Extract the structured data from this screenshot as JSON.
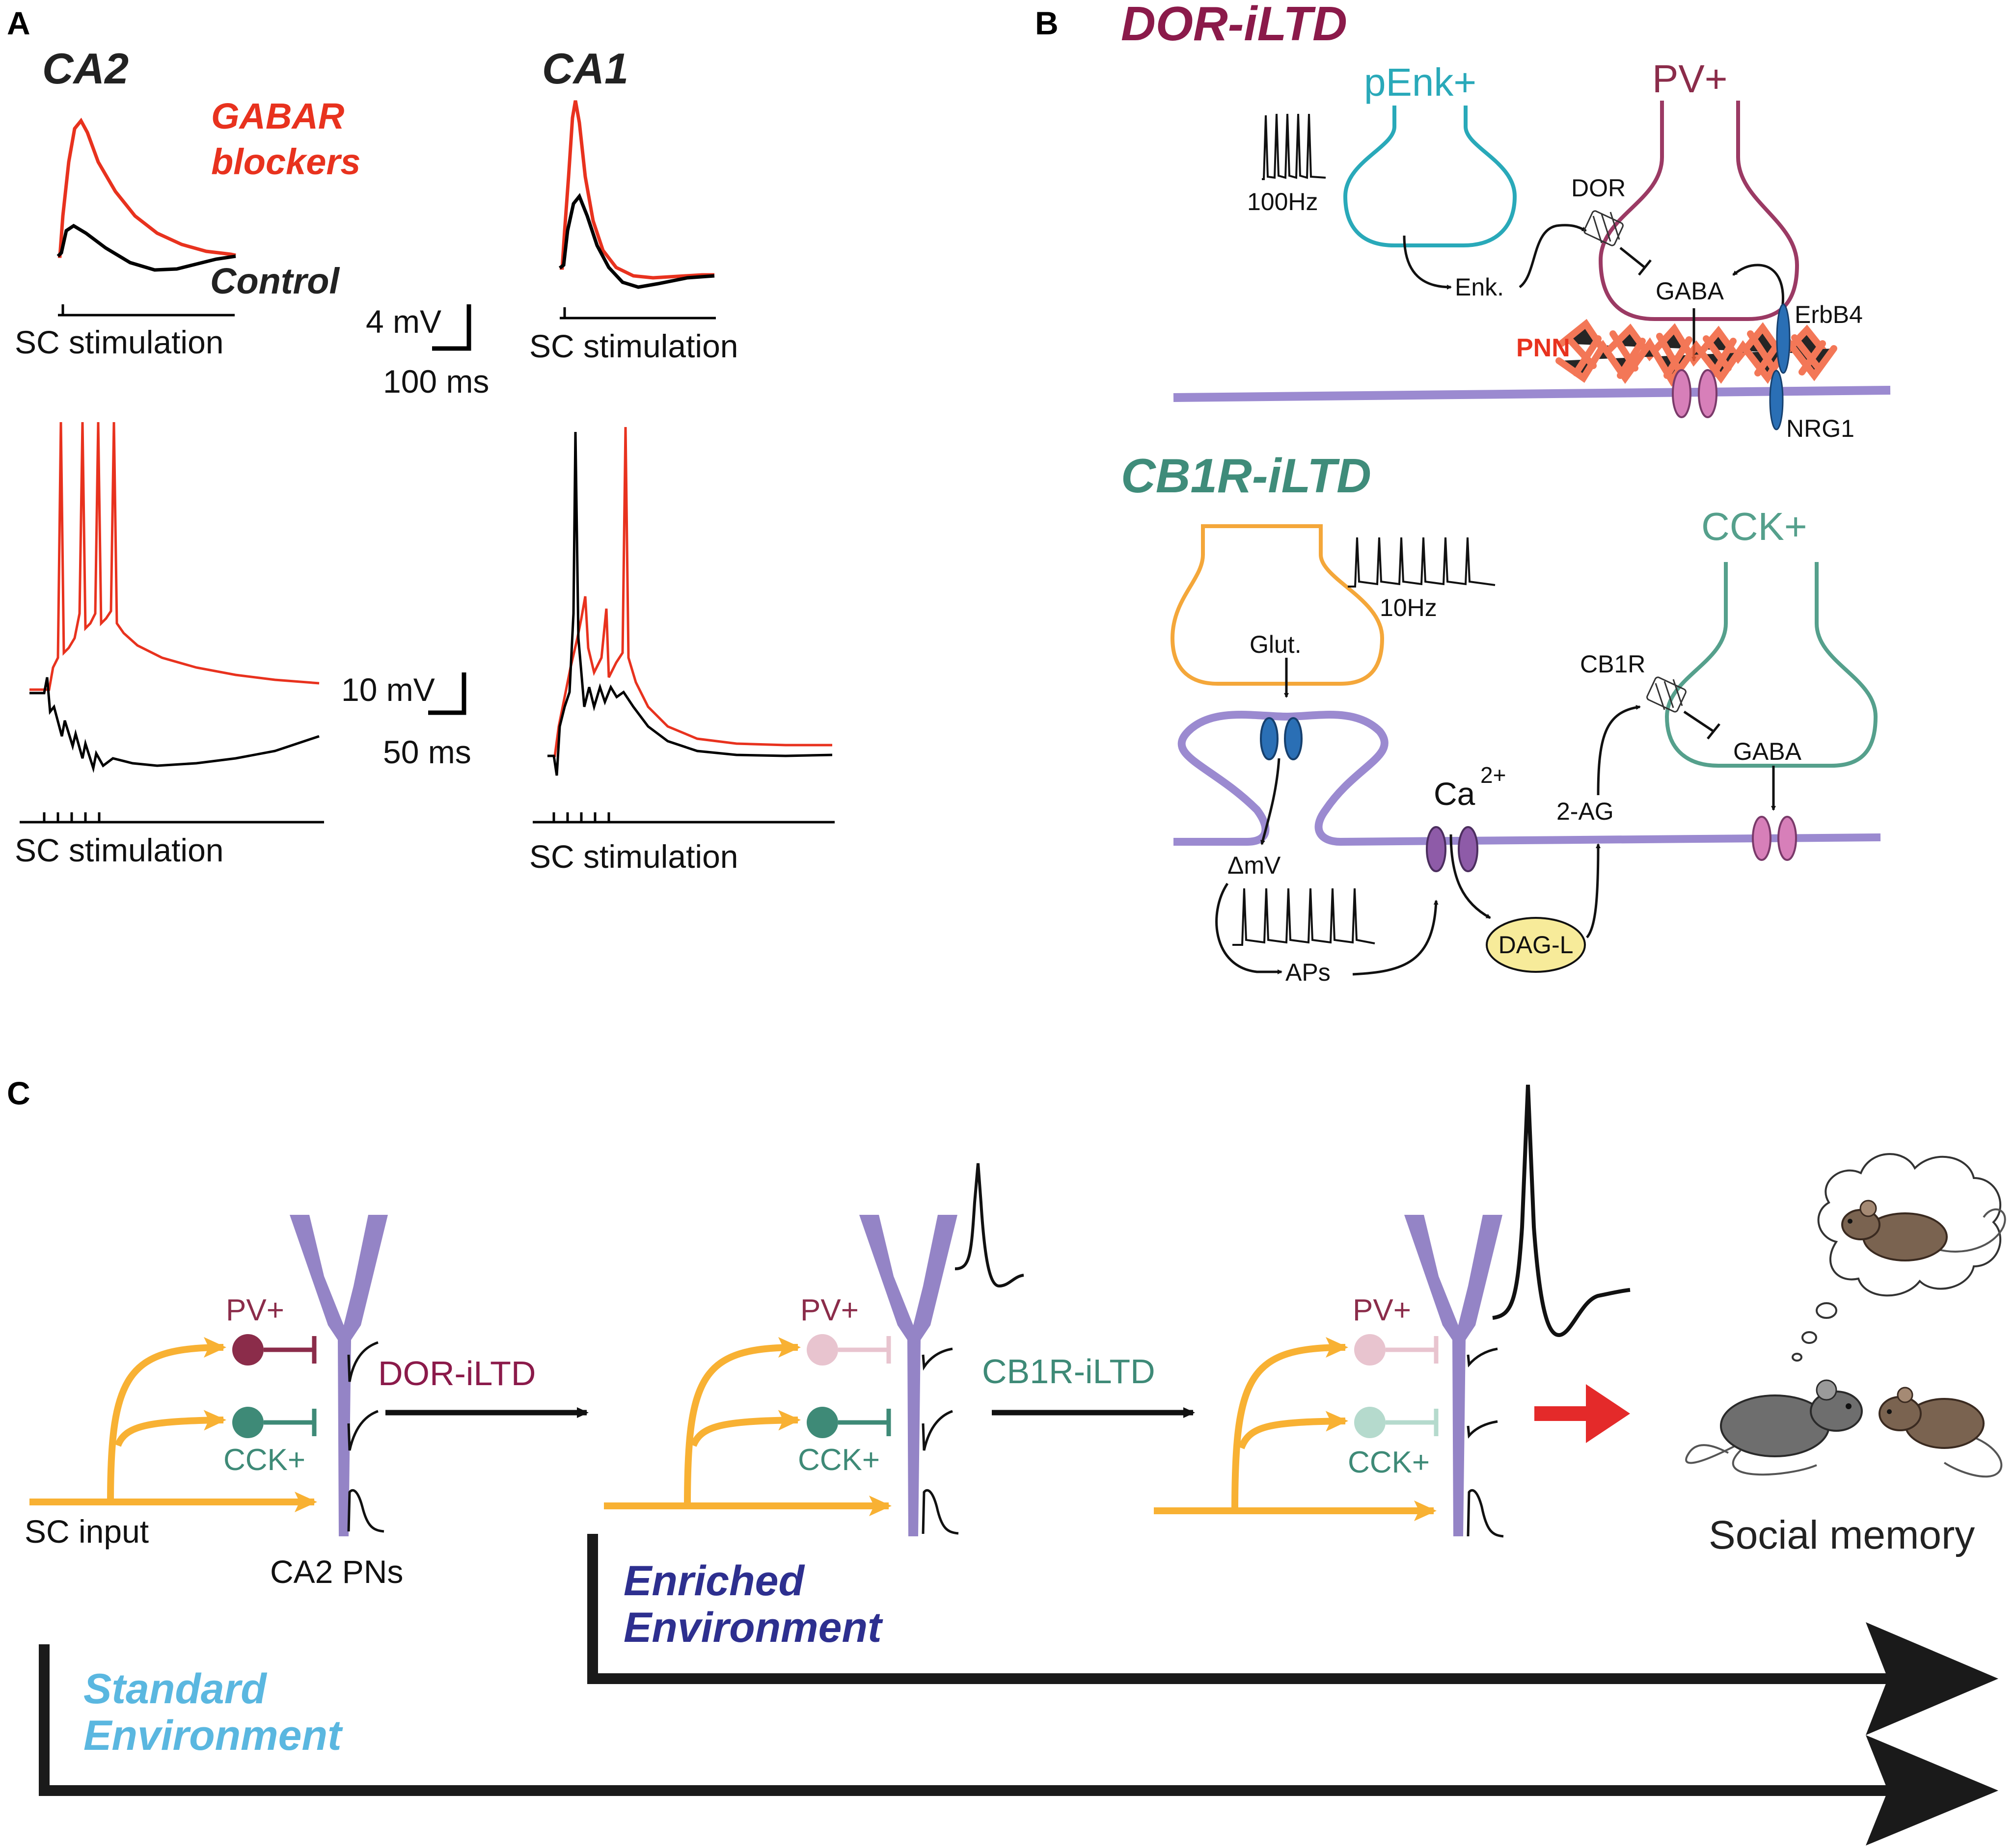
{
  "panels": {
    "a": "A",
    "b": "B",
    "c": "C"
  },
  "panel_a": {
    "ca2_title": "CA2",
    "ca1_title": "CA1",
    "legend_drug_line1": "GABAR",
    "legend_drug_line2": "blockers",
    "legend_control": "Control",
    "stim_label": "SC stimulation",
    "scale_top_v": "4 mV",
    "scale_top_t": "100 ms",
    "scale_bottom_v": "10 mV",
    "scale_bottom_t": "50 ms"
  },
  "dor_iltd": {
    "title": "DOR-iLTD",
    "penk": "pEnk+",
    "pv": "PV+",
    "freq": "100Hz",
    "enk": "Enk.",
    "dor": "DOR",
    "gaba": "GABA",
    "pnn": "PNN",
    "erbb4": "ErbB4",
    "nrg1": "NRG1"
  },
  "cb1r_iltd": {
    "title": "CB1R-iLTD",
    "cck": "CCK+",
    "freq": "10Hz",
    "glut": "Glut.",
    "cb1r": "CB1R",
    "gaba": "GABA",
    "ca": "Ca",
    "ca_sup": "2+",
    "two_ag": "2-AG",
    "dmv": "ΔmV",
    "aps": "APs",
    "dagl": "DAG-L"
  },
  "panel_c": {
    "pv": "PV+",
    "cck": "CCK+",
    "sc_input": "SC input",
    "ca2_pns": "CA2 PNs",
    "dor_iltd": "DOR-iLTD",
    "cb1r_iltd": "CB1R-iLTD",
    "social_memory": "Social memory",
    "enriched_line1": "Enriched",
    "enriched_line2": "Environment",
    "standard_line1": "Standard",
    "standard_line2": "Environment"
  },
  "colors": {
    "drug": "#e8321e",
    "control": "#000000",
    "dor": "#8b1a4a",
    "cb1r": "#3f8c7a",
    "penk": "#29a9b9",
    "pv_cell": "#9b3a64",
    "cck_cell": "#55a08c",
    "glut_cell": "#f4a73a",
    "membrane": "#9b8ad0",
    "pnn": "#f2603a",
    "receptor_pink": "#d77fb9",
    "receptor_blue": "#2a6fb5",
    "receptor_purple": "#8e5ba8",
    "dagl_fill": "#f7eb9a",
    "sc_input": "#f8b133",
    "pn": "#9484c6",
    "pv_node": "#8b2c4a",
    "cck_node": "#3e8a77",
    "enriched": "#2d2f8f",
    "standard": "#5ab7e0",
    "red_arrow": "#e42a2a"
  }
}
